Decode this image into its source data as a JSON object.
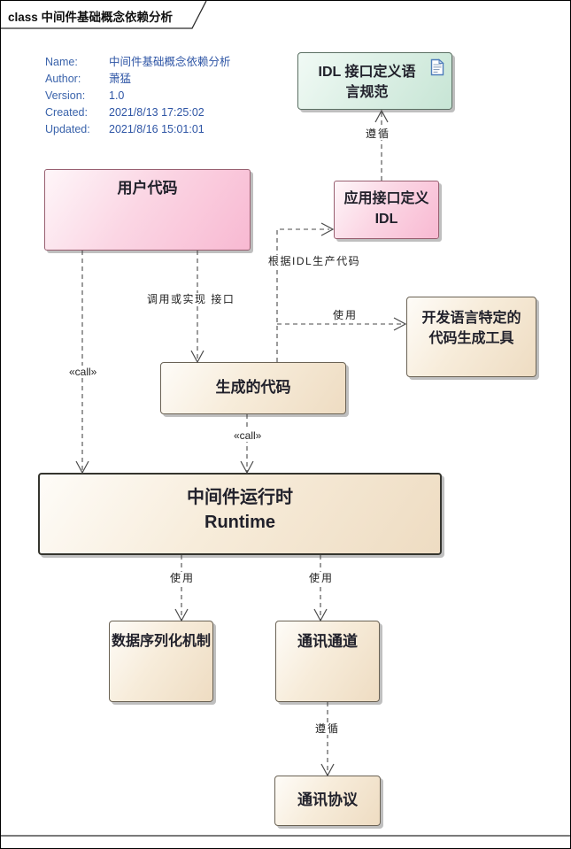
{
  "frame": {
    "tab_label": "class 中间件基础概念依赖分析"
  },
  "info": {
    "rows": [
      {
        "label": "Name:",
        "value": "中间件基础概念依赖分析"
      },
      {
        "label": "Author:",
        "value": "萧猛"
      },
      {
        "label": "Version:",
        "value": "1.0"
      },
      {
        "label": "Created:",
        "value": "2021/8/13 17:25:02"
      },
      {
        "label": "Updated:",
        "value": "2021/8/16 15:01:01"
      }
    ]
  },
  "boxes": {
    "idl_spec": {
      "lines": [
        "IDL 接口定义语",
        "言规范"
      ]
    },
    "user_code": {
      "title": "用户代码"
    },
    "app_idl": {
      "lines": [
        "应用接口定义",
        "IDL"
      ]
    },
    "codegen_tool": {
      "lines": [
        "开发语言特定的",
        "代码生成工具"
      ]
    },
    "generated_code": {
      "title": "生成的代码"
    },
    "runtime": {
      "lines": [
        "中间件运行时",
        "Runtime"
      ]
    },
    "serialization": {
      "title": "数据序列化机制"
    },
    "channel": {
      "title": "通讯通道"
    },
    "protocol": {
      "title": "通讯协议"
    }
  },
  "connector_labels": {
    "follow_top": "遵循",
    "generate_from_idl": "根据IDL生产代码",
    "call_or_implement": "调用或实现 接口",
    "use_tool": "使用",
    "call_left": "«call»",
    "call_mid": "«call»",
    "use_serialization": "使用",
    "use_channel": "使用",
    "follow_bottom": "遵循"
  },
  "colors": {
    "node_tan_start": "#fefcf8",
    "node_tan_end": "#eedcc2",
    "node_pink_start": "#fef6f9",
    "node_pink_end": "#f8b9d2",
    "node_teal_start": "#f1faf5",
    "node_teal_end": "#c7e5d5",
    "info_text_blue": "#2e55a5",
    "connector_gray": "#4a4a4a",
    "doc_icon_blue": "#4f7dbb"
  }
}
